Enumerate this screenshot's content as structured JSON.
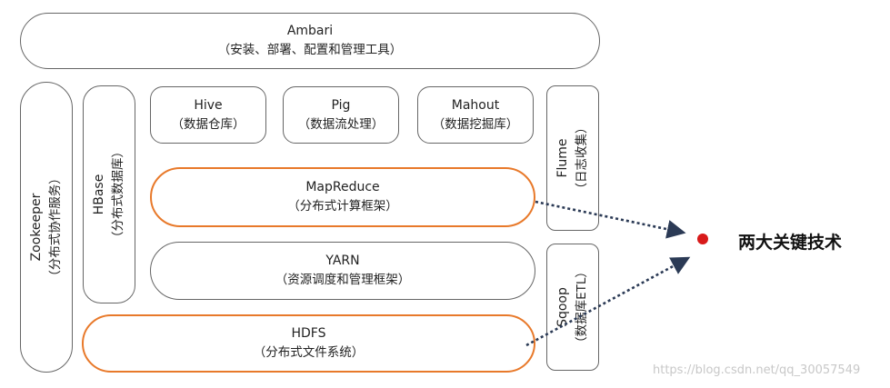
{
  "ambari": {
    "name": "Ambari",
    "desc": "（安装、部署、配置和管理工具）"
  },
  "zookeeper": {
    "name": "Zookeeper",
    "desc": "（分布式协作服务）"
  },
  "hbase": {
    "name": "HBase",
    "desc": "（分布式数据库）"
  },
  "hive": {
    "name": "Hive",
    "desc": "（数据仓库）"
  },
  "pig": {
    "name": "Pig",
    "desc": "（数据流处理）"
  },
  "mahout": {
    "name": "Mahout",
    "desc": "（数据挖掘库）"
  },
  "flume": {
    "name": "Flume",
    "desc": "（日志收集）"
  },
  "mapreduce": {
    "name": "MapReduce",
    "desc": "（分布式计算框架）"
  },
  "yarn": {
    "name": "YARN",
    "desc": "（资源调度和管理框架）"
  },
  "sqoop": {
    "name": "Sqoop",
    "desc": "（数据库ETL）"
  },
  "hdfs": {
    "name": "HDFS",
    "desc": "（分布式文件系统）"
  },
  "callout": {
    "label": "两大关键技术",
    "dot_color": "#d81a1a"
  },
  "colors": {
    "highlight": "#e8792a",
    "border": "#666666"
  },
  "watermark": "https://blog.csdn.net/qq_30057549"
}
